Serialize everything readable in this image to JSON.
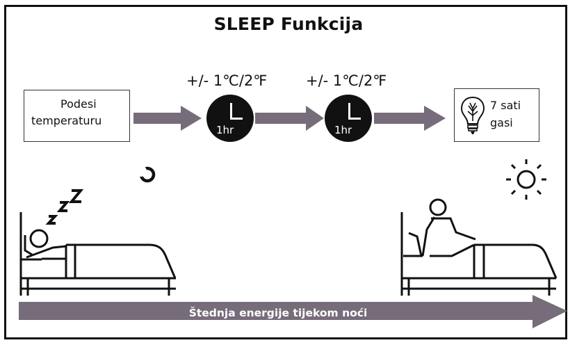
{
  "title": "SLEEP Funkcija",
  "start_box": {
    "line1": "Podesi",
    "line2": "temperaturu"
  },
  "steps": [
    {
      "label": "+/- 1℃/2℉",
      "clock_text": "1hr"
    },
    {
      "label": "+/- 1℃/2℉",
      "clock_text": "1hr"
    }
  ],
  "end_box": {
    "line1": "7 sati",
    "line2": "gasi",
    "icon": "lightbulb-icon"
  },
  "sleep_scene": {
    "icons": [
      "bed-sleeping-person-icon",
      "zzz-icon",
      "moon-icon"
    ]
  },
  "wake_scene": {
    "icons": [
      "bed-sitting-person-icon",
      "sun-icon"
    ]
  },
  "energy_bar": {
    "label": "Štednja energije tijekom noći"
  },
  "colors": {
    "arrow": "#776c79",
    "frame": "#111111",
    "clock": "#111111"
  }
}
